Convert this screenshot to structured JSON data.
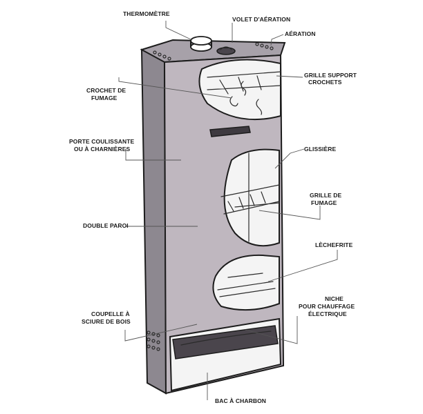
{
  "labels": {
    "thermometre": "THERMOMÈTRE",
    "volet_aeration": "VOLET D'AÉRATION",
    "aeration": "AÉRATION",
    "grille_support_1": "GRILLE SUPPORT",
    "grille_support_2": "CROCHETS",
    "crochet_1": "CROCHET DE",
    "crochet_2": "FUMAGE",
    "porte_1": "PORTE COULISSANTE",
    "porte_2": "OU À CHARNIÈRES",
    "glissiere": "GLISSIÈRE",
    "grille_fumage_1": "GRILLE DE",
    "grille_fumage_2": "FUMAGE",
    "double_paroi": "DOUBLE PAROI",
    "lechefrite": "LÈCHEFRITE",
    "niche_1": "NICHE",
    "niche_2": "POUR CHAUFFAGE",
    "niche_3": "ÉLECTRIQUE",
    "coupelle_1": "COUPELLE À",
    "coupelle_2": "SCIURE DE  BOIS",
    "bac_charbon": "BAC À CHARBON"
  },
  "colors": {
    "body_side": "#8d8890",
    "front_face": "#bfb7bf",
    "outline": "#1c1c1c",
    "window": "#f4f4f4"
  }
}
